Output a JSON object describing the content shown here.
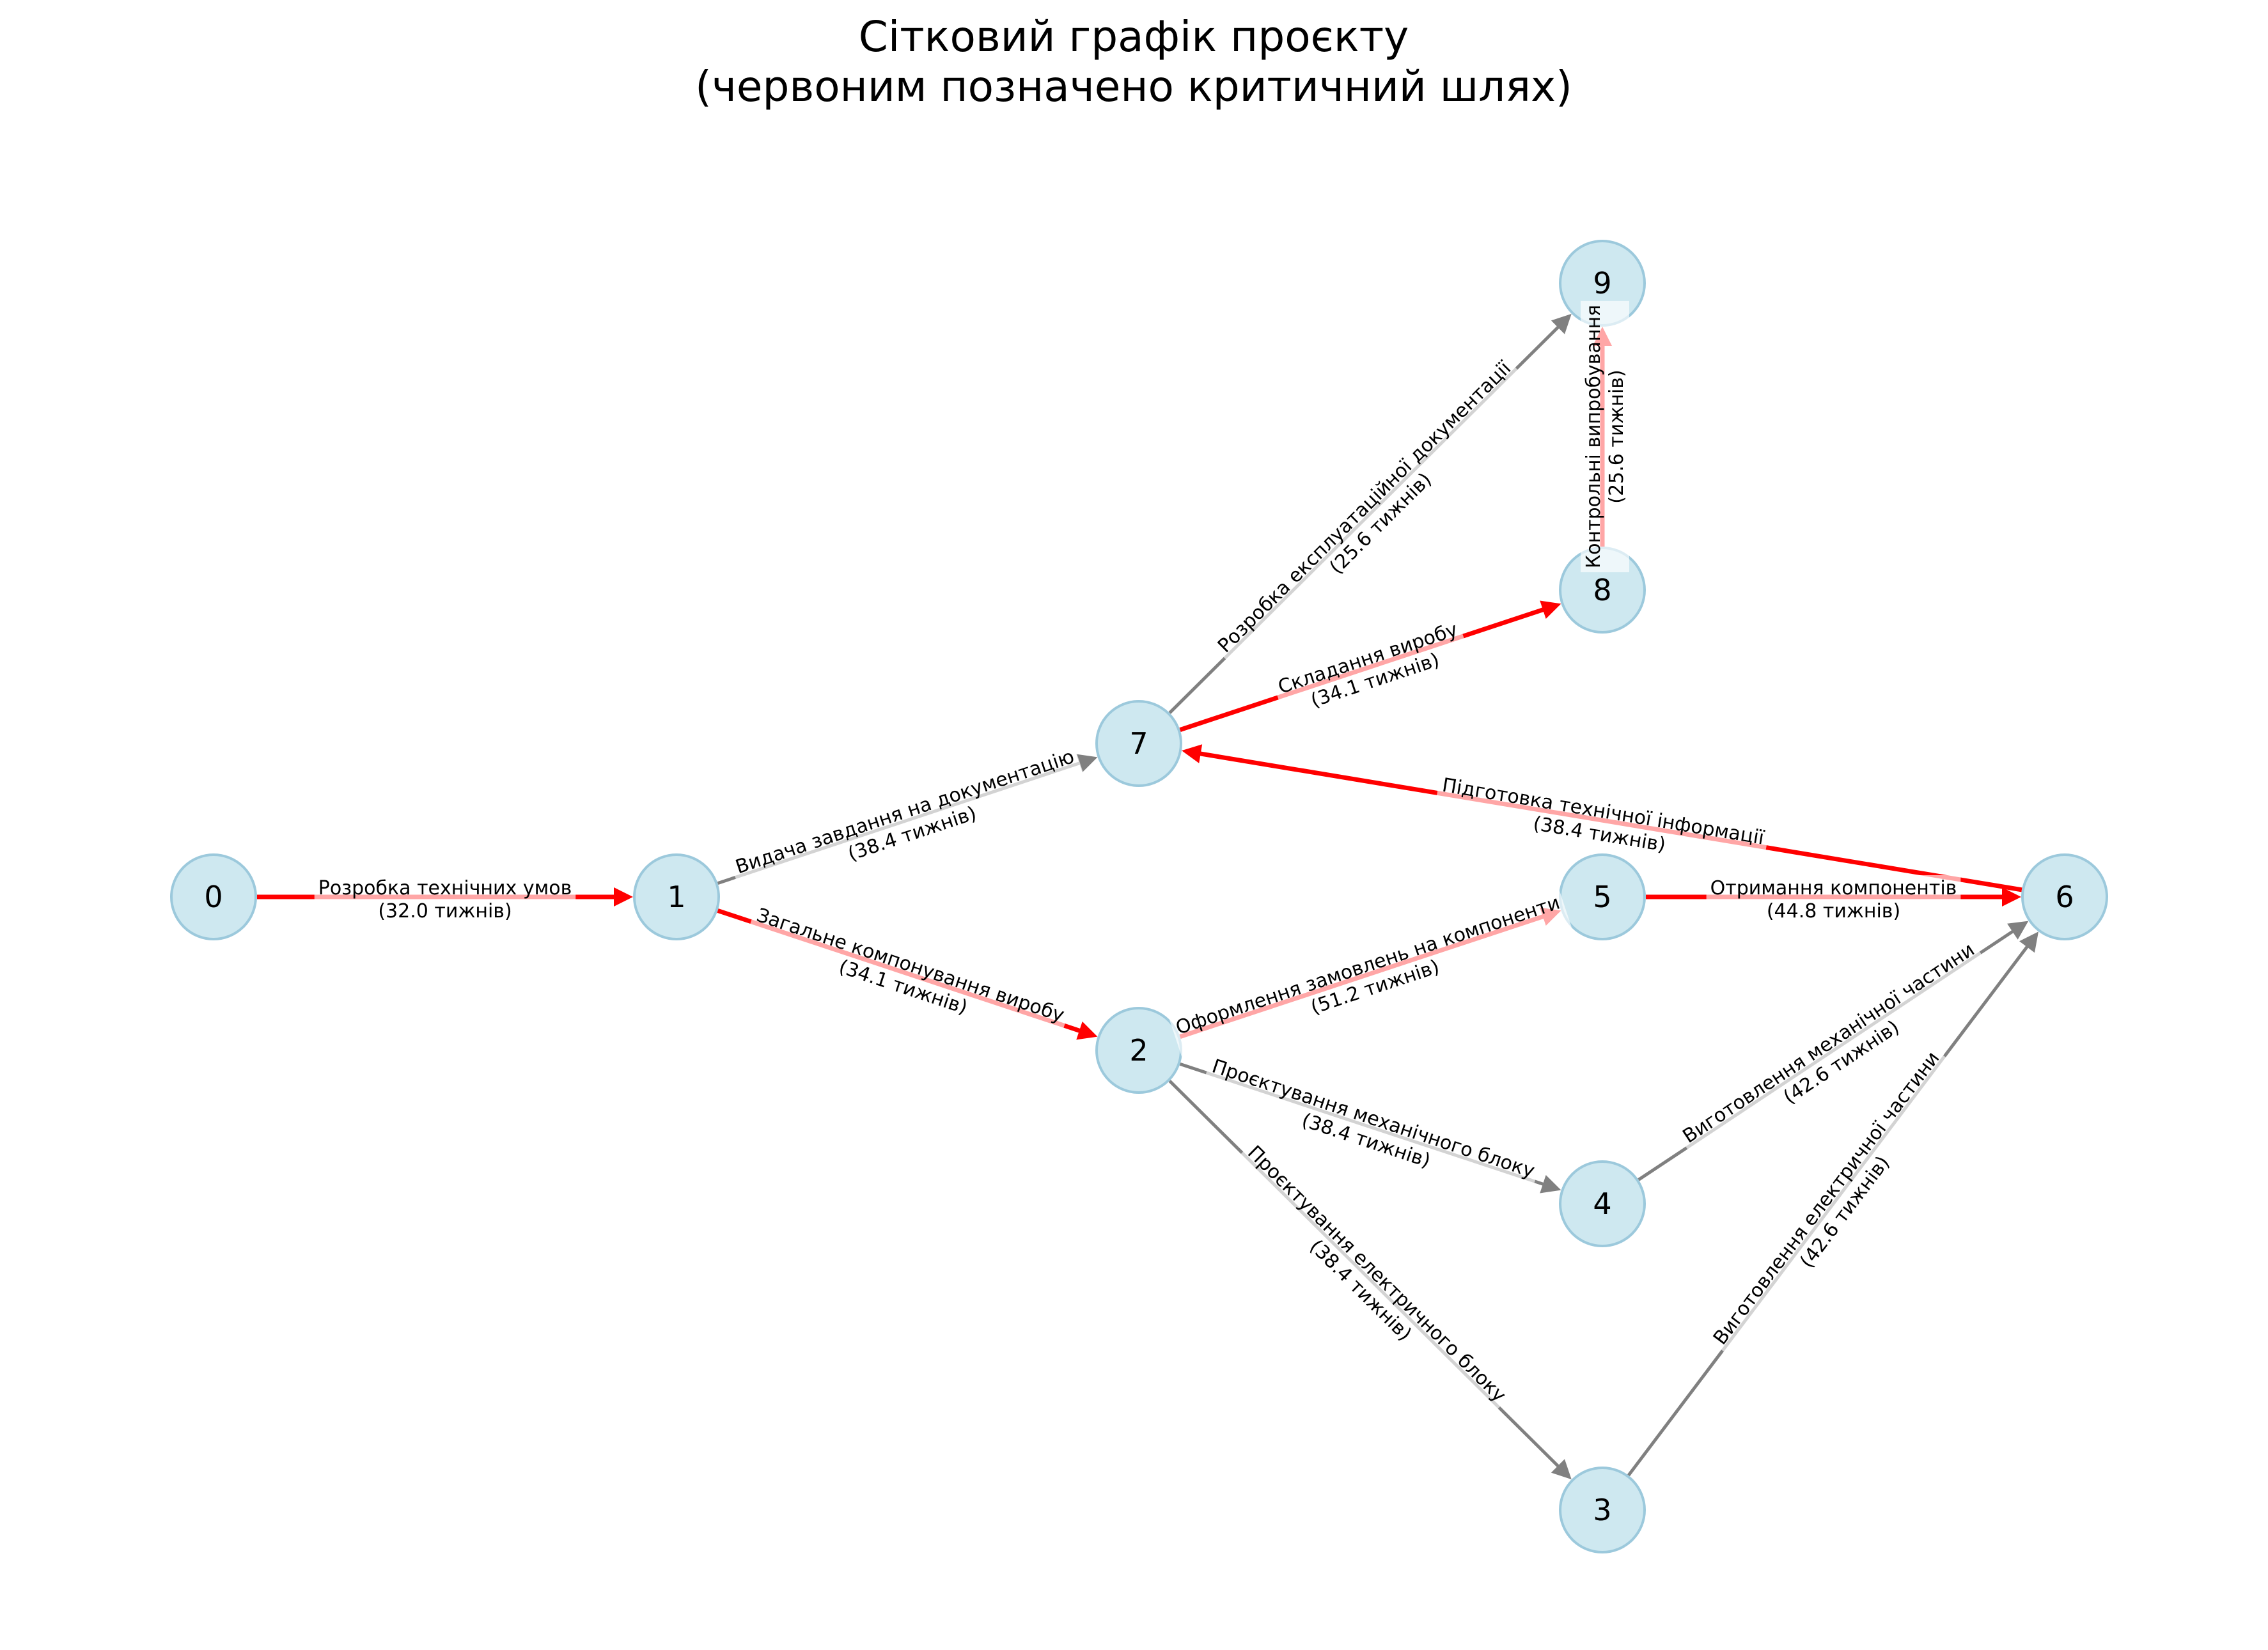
{
  "title": {
    "line1": "Сітковий графік проєкту",
    "line2": "(червоним позначено критичний шлях)"
  },
  "colors": {
    "critical": "#ff0000",
    "normal": "#808080",
    "label_bg": "#ffffff",
    "node_fill": "#add8e6"
  },
  "nodes": [
    {
      "id": "0",
      "label": "0"
    },
    {
      "id": "1",
      "label": "1"
    },
    {
      "id": "2",
      "label": "2"
    },
    {
      "id": "3",
      "label": "3"
    },
    {
      "id": "4",
      "label": "4"
    },
    {
      "id": "5",
      "label": "5"
    },
    {
      "id": "6",
      "label": "6"
    },
    {
      "id": "7",
      "label": "7"
    },
    {
      "id": "8",
      "label": "8"
    },
    {
      "id": "9",
      "label": "9"
    }
  ],
  "edges": [
    {
      "from": "0",
      "to": "1",
      "name": "Розробка технічних умов",
      "duration": "(32.0 тижнів)",
      "critical": true
    },
    {
      "from": "1",
      "to": "7",
      "name": "Видача завдання на документацію",
      "duration": "(38.4 тижнів)",
      "critical": false
    },
    {
      "from": "1",
      "to": "2",
      "name": "Загальне компонування виробу",
      "duration": "(34.1 тижнів)",
      "critical": true
    },
    {
      "from": "2",
      "to": "5",
      "name": "Оформлення замовлень на компоненти",
      "duration": "(51.2 тижнів)",
      "critical": true
    },
    {
      "from": "2",
      "to": "4",
      "name": "Проєктування механічного блоку",
      "duration": "(38.4 тижнів)",
      "critical": false
    },
    {
      "from": "2",
      "to": "3",
      "name": "Проєктування електричного блоку",
      "duration": "(38.4 тижнів)",
      "critical": false
    },
    {
      "from": "5",
      "to": "6",
      "name": "Отримання компонентів",
      "duration": "(44.8 тижнів)",
      "critical": true
    },
    {
      "from": "4",
      "to": "6",
      "name": "Виготовлення механічної частини",
      "duration": "(42.6 тижнів)",
      "critical": false
    },
    {
      "from": "3",
      "to": "6",
      "name": "Виготовлення електричної частини",
      "duration": "(42.6 тижнів)",
      "critical": false
    },
    {
      "from": "6",
      "to": "7",
      "name": "Підготовка технічної інформації",
      "duration": "(38.4 тижнів)",
      "critical": true
    },
    {
      "from": "7",
      "to": "8",
      "name": "Складання виробу",
      "duration": "(34.1 тижнів)",
      "critical": true
    },
    {
      "from": "7",
      "to": "9",
      "name": "Розробка експлуатаційної документації",
      "duration": "(25.6 тижнів)",
      "critical": false
    },
    {
      "from": "8",
      "to": "9",
      "name": "Контрольні випробування",
      "duration": "(25.6 тижнів)",
      "critical": true
    }
  ]
}
